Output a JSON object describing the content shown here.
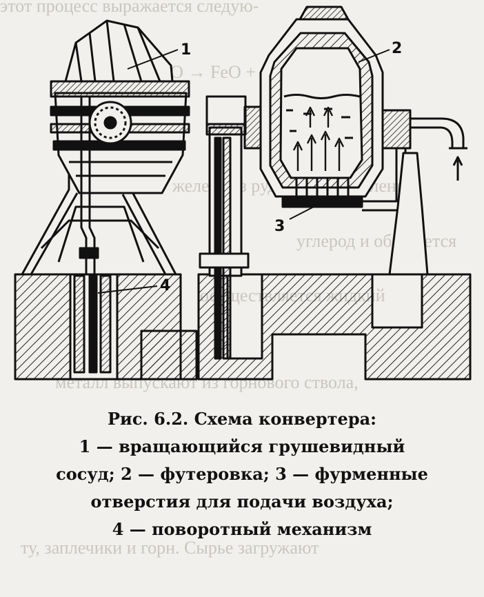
{
  "callouts": {
    "c1": "1",
    "c2": "2",
    "c3": "3",
    "c4": "4"
  },
  "caption": {
    "line1": "Рис. 6.2. Схема конвертера:",
    "line2": "1 — вращающийся грушевидный",
    "line3": "сосуд; 2 — футеровка; 3 — фурменные",
    "line4": "отверстия для подачи воздуха;",
    "line5": "4 — поворотный механизм"
  },
  "colors": {
    "ink": "#111111",
    "paper": "#f2f0ec",
    "bleed": "#c9c6c0"
  }
}
